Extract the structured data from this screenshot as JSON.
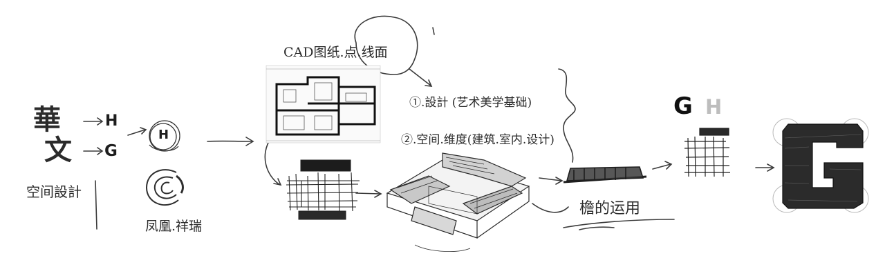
{
  "source": {
    "char_hua": "華",
    "char_wen": "文",
    "letter_h": "H",
    "letter_g": "G"
  },
  "notes": {
    "space_design": "空间設計",
    "phoenix": "凤凰.祥瑞",
    "cad": "CAD图纸.点.线面",
    "item1": "①.設計 (艺术美学基础)",
    "item2": "②.空间.维度(建筑.室内.设计)",
    "eaves": "檐的运用"
  },
  "mini_mark": {
    "letter": "H"
  },
  "gh_logo": {
    "g": "G",
    "h": "H"
  },
  "final_mark": {
    "letter": "G"
  }
}
